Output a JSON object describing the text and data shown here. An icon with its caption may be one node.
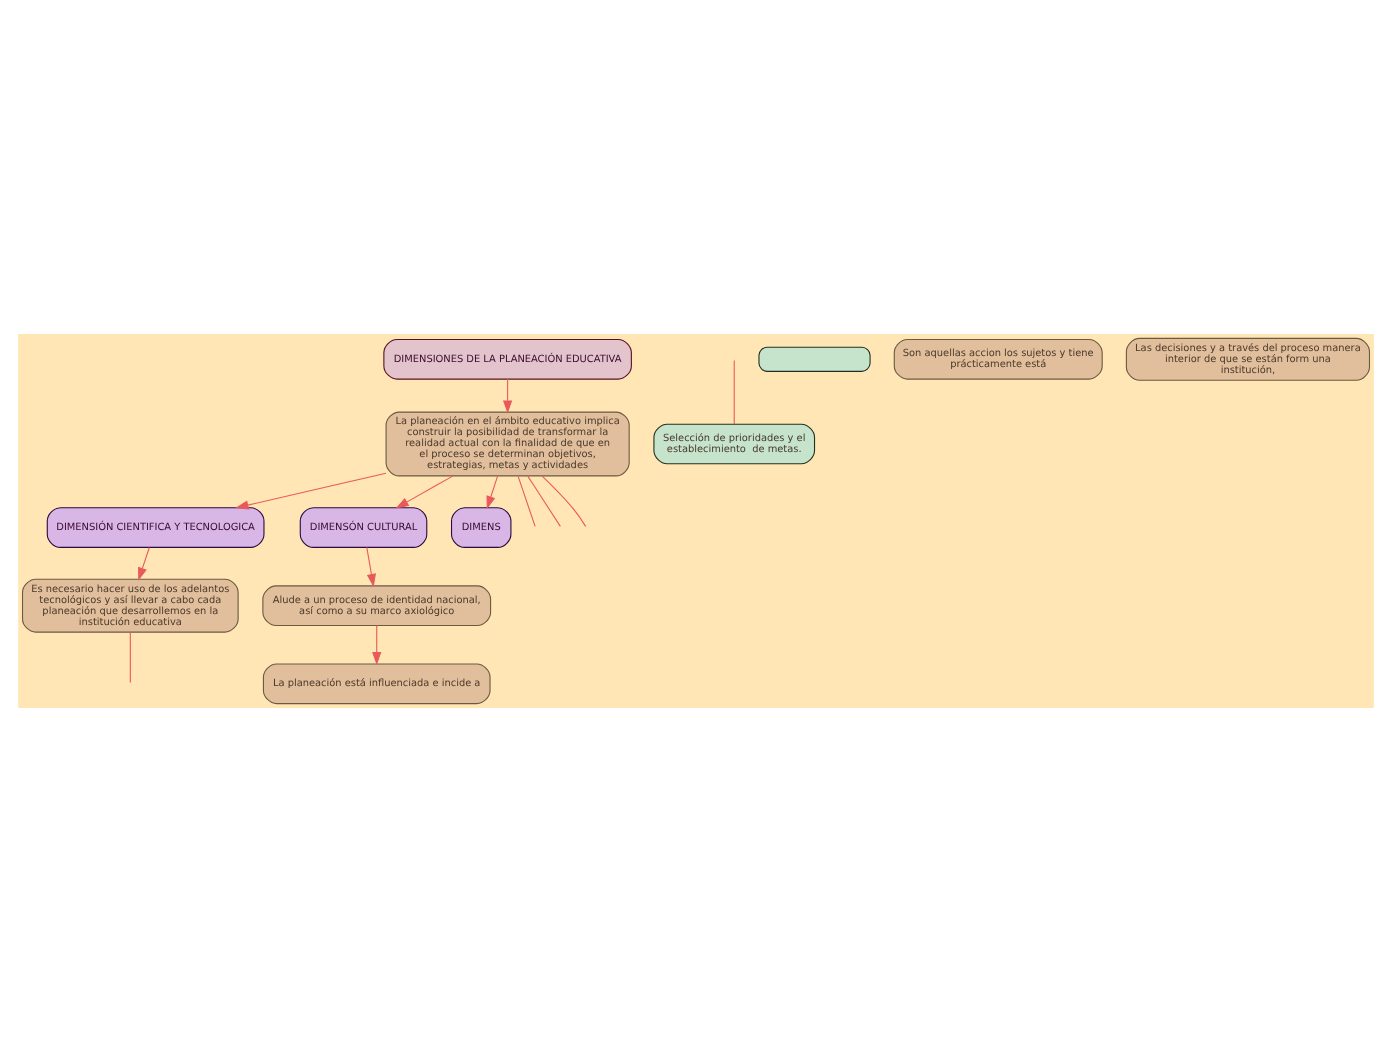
{
  "diagram": {
    "nodes": [
      {
        "text": [
          "DIMENSIONES DE LA PLANEACIÓN EDUCATIVA"
        ]
      },
      {
        "text": [
          "La planeación en el ámbito educativo implica construir la posibilidad de transformar la realidad actual con la finalidad de que en el proceso se determinan objetivos, estrategias, metas y actividades"
        ]
      },
      {
        "text": [
          "DIMENSIÓN CIENTIFICA Y TECNOLOGICA"
        ]
      },
      {
        "text": [
          "Es necesario hacer uso de los adelantos tecnológicos y así llevar a cabo cada planeación que desarrollemos en la institución educativa"
        ]
      },
      {
        "text": [
          "Selección de prioridades y el establecimiento  de metas."
        ]
      },
      {
        "text": [],
        "shape": "box"
      },
      {
        "text": [
          "DIMENSÓN CULTURAL"
        ]
      },
      {
        "text": [
          "Alude a un proceso de identidad nacional, así como a su marco axiológico"
        ]
      },
      {
        "text": [
          "La planeación está influenciada e incide a"
        ]
      },
      {
        "text": [
          "DIMENS"
        ]
      },
      {
        "text": [
          "Son aquellas accion los sujetos y tiene prácticamente está"
        ]
      },
      {
        "text": [
          "Las decisiones y a través del proceso manera interior de que se están form una institución,"
        ]
      }
    ],
    "edges": [
      {
        "from": 0,
        "to": 1,
        "arrow": "to"
      },
      {
        "from": 1,
        "to": null,
        "arrow": "none"
      },
      {
        "from": 1,
        "to": null,
        "arrow": "none"
      },
      {
        "from": 1,
        "to": null,
        "arrow": "none"
      },
      {
        "from": 1,
        "to": 2,
        "arrow": "to"
      },
      {
        "from": 1,
        "to": 6,
        "arrow": "to"
      },
      {
        "from": 1,
        "to": 9,
        "arrow": "to"
      },
      {
        "from": 2,
        "to": 3,
        "arrow": "to"
      },
      {
        "from": 3,
        "to": null,
        "arrow": "none"
      },
      {
        "from": null,
        "to": 4,
        "arrow": "none"
      },
      {
        "from": 6,
        "to": 7,
        "arrow": "to"
      },
      {
        "from": 7,
        "to": 8,
        "arrow": "to"
      }
    ]
  }
}
